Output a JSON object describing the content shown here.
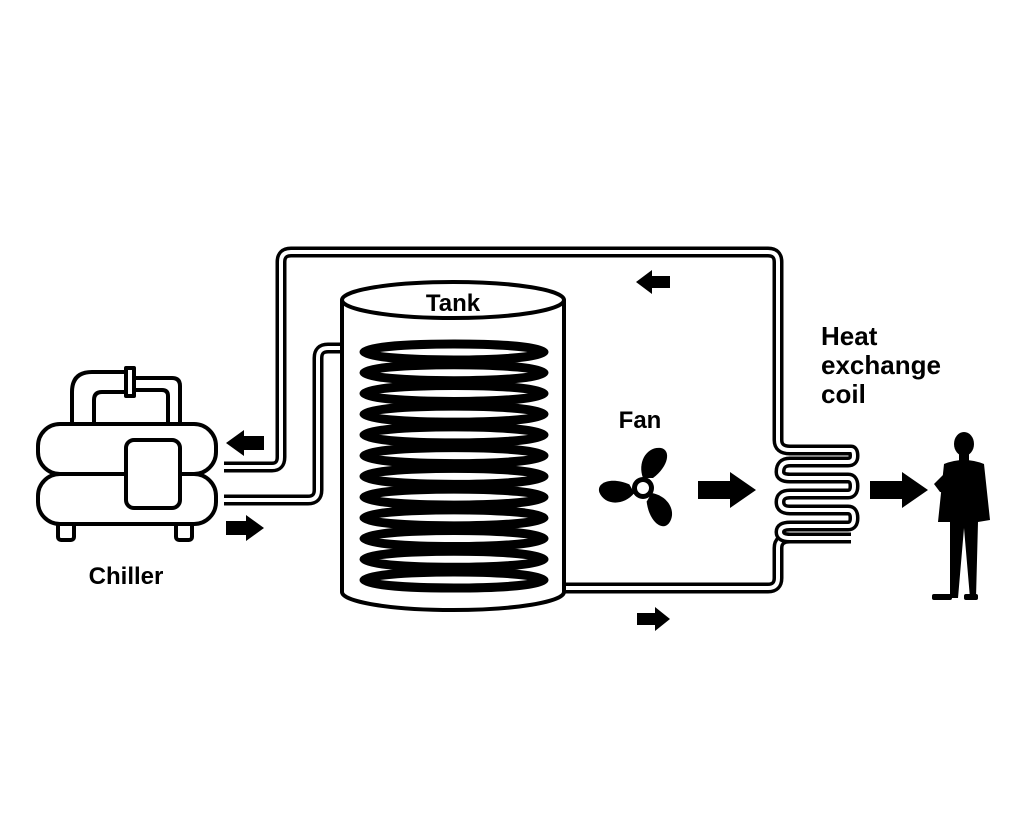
{
  "labels": {
    "tank": "Tank",
    "fan": "Fan",
    "heat_exchange_coil": [
      "Heat",
      "exchange",
      "coil"
    ],
    "chiller": "Chiller"
  },
  "colors": {
    "ink": "#000000",
    "paper": "#ffffff"
  },
  "icons": [
    "chiller-icon",
    "tank-icon",
    "fan-icon",
    "heat-exchange-coil-icon",
    "person-icon",
    "flow-arrow-icon"
  ]
}
